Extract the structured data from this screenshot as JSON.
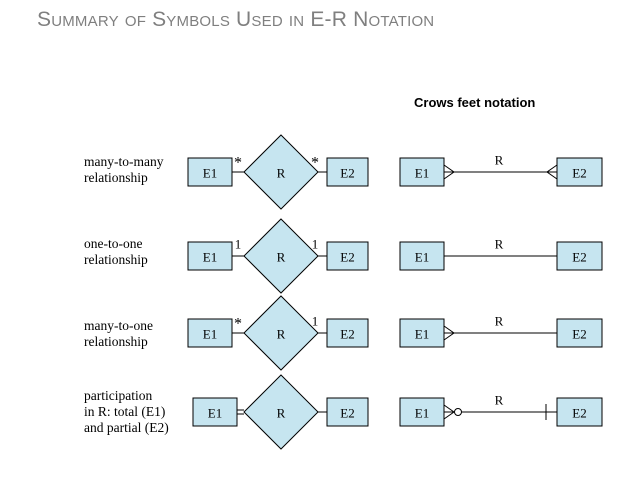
{
  "title": "Summary of Symbols Used in E-R Notation",
  "crows_feet_title": "Crows feet notation",
  "colors": {
    "entity_fill": "#c6e5f0",
    "title_gray": "#7f7f7f",
    "stroke": "#000000"
  },
  "rows": [
    {
      "label": "many-to-many\nrelationship",
      "chen": {
        "e1": "E1",
        "rel": "R",
        "e2": "E2",
        "left_card": "*",
        "right_card": "*",
        "total_left": false
      },
      "crows": {
        "e1": "E1",
        "rel": "R",
        "e2": "E2",
        "left_end": "crow",
        "right_end": "crow"
      }
    },
    {
      "label": "one-to-one\nrelationship",
      "chen": {
        "e1": "E1",
        "rel": "R",
        "e2": "E2",
        "left_card": "1",
        "right_card": "1",
        "total_left": false
      },
      "crows": {
        "e1": "E1",
        "rel": "R",
        "e2": "E2",
        "left_end": "none",
        "right_end": "none"
      }
    },
    {
      "label": "many-to-one\nrelationship",
      "chen": {
        "e1": "E1",
        "rel": "R",
        "e2": "E2",
        "left_card": "*",
        "right_card": "1",
        "total_left": false
      },
      "crows": {
        "e1": "E1",
        "rel": "R",
        "e2": "E2",
        "left_end": "crow",
        "right_end": "none"
      }
    },
    {
      "label": "participation\nin R: total (E1)\nand partial (E2)",
      "chen": {
        "e1": "E1",
        "rel": "R",
        "e2": "E2",
        "left_card": "",
        "right_card": "",
        "total_left": true
      },
      "crows": {
        "e1": "E1",
        "rel": "R",
        "e2": "E2",
        "left_end": "crow-circle",
        "right_end": "bar"
      }
    }
  ]
}
